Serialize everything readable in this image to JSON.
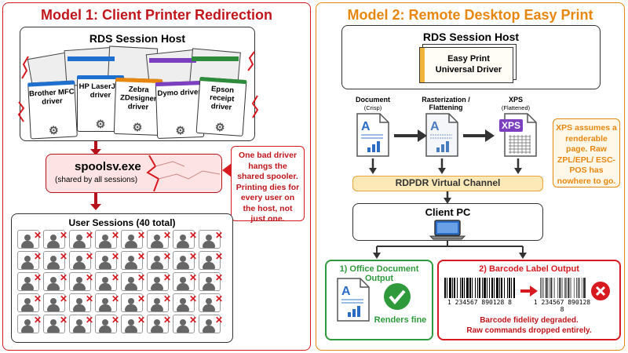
{
  "model1": {
    "title": "Model 1: Client Printer Redirection",
    "host_label": "RDS Session Host",
    "drivers": [
      "Brother MFC driver",
      "HP LaserJet driver",
      "Zebra ZDesigner driver",
      "Dymo driver",
      "Epson receipt driver"
    ],
    "spooler_name": "spoolsv.exe",
    "spooler_sub": "(shared by all sessions)",
    "callout": "One bad driver hangs the shared spooler. Printing dies for every user on the host, not just one.",
    "sessions_label": "User Sessions (40 total)",
    "session_count": 40
  },
  "model2": {
    "title": "Model 2: Remote Desktop Easy Print",
    "host_label": "RDS Session Host",
    "driver_label_1": "Easy Print",
    "driver_label_2": "Universal Driver",
    "stage1_title": "Document",
    "stage1_sub": "(Crisp)",
    "stage2_title": "Rasterization /",
    "stage2_title_2": "Flattening",
    "stage3_title": "XPS",
    "stage3_sub": "(Flattened)",
    "xps_badge": "XPS",
    "note": "XPS assumes a renderable page. Raw ZPL/EPL/ ESC-POS has nowhere to go.",
    "channel_label": "RDPDR Virtual Channel",
    "client_label": "Client PC",
    "office_title": "1) Office Document Output",
    "office_result": "Renders fine",
    "barcode_title": "2) Barcode Label Output",
    "barcode_digits_left": "1 234567 890128 8",
    "barcode_digits_right": "1 234567 890128 8",
    "barcode_note_1": "Barcode fidelity degraded.",
    "barcode_note_2": "Raw commands dropped entirely."
  },
  "colors": {
    "red": "#d71920",
    "orange": "#e8870f",
    "green": "#2e9a3c"
  }
}
